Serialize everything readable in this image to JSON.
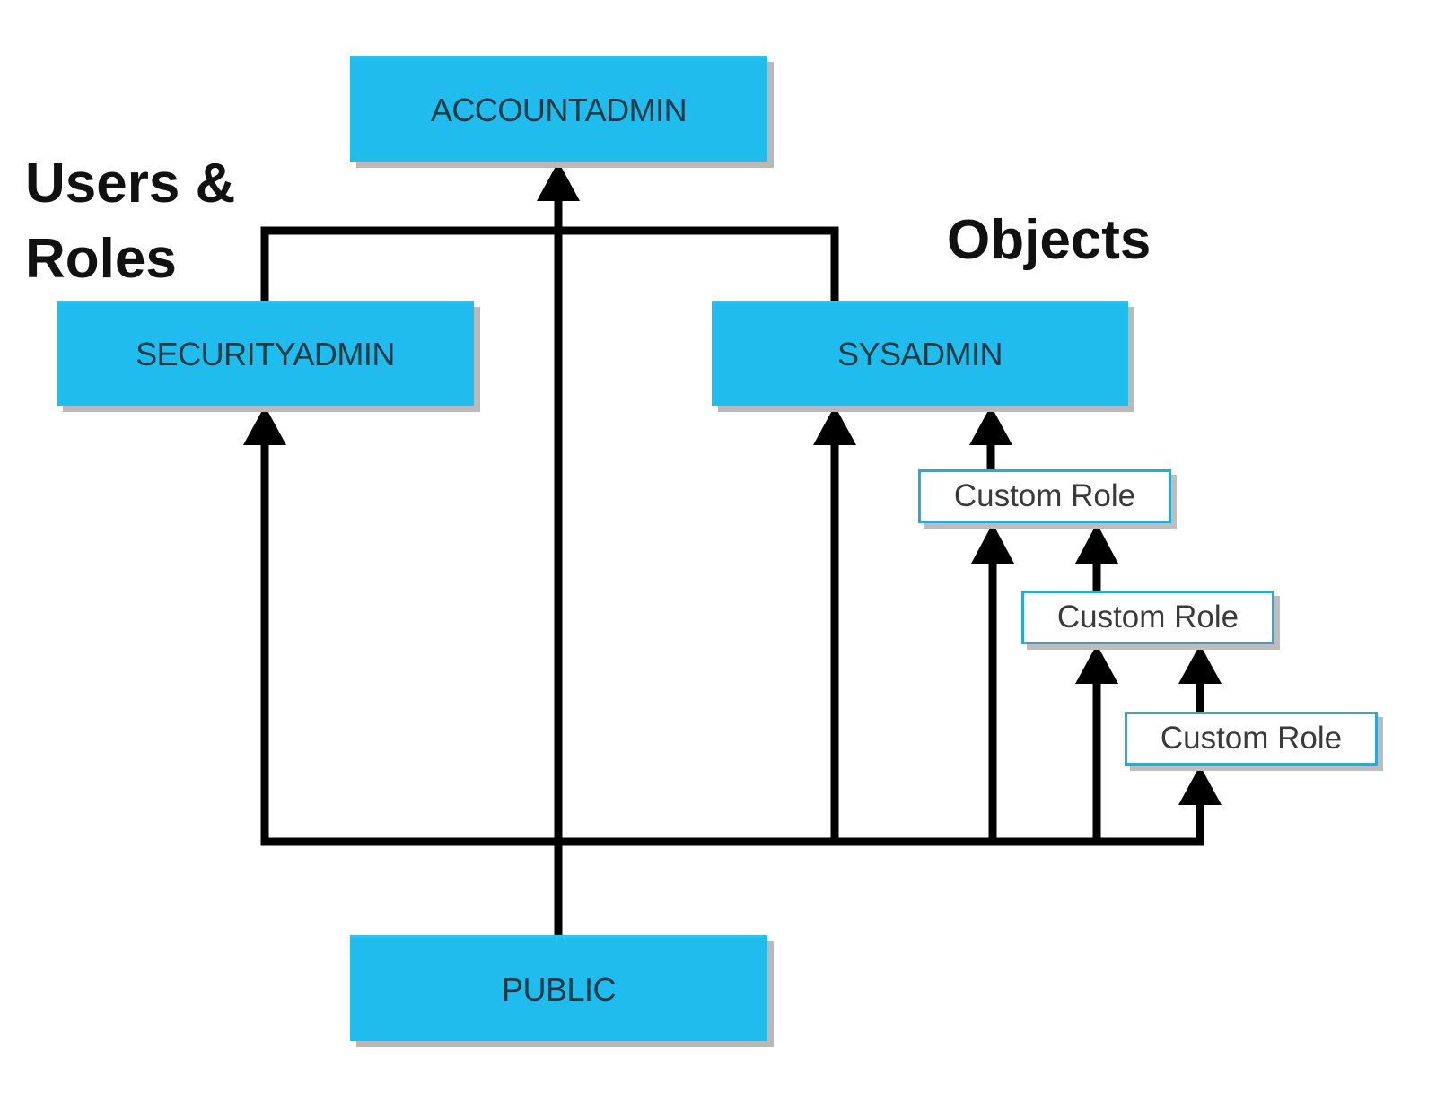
{
  "headings": {
    "users_roles_line1": "Users &",
    "users_roles_line2": "Roles",
    "objects": "Objects"
  },
  "roles": {
    "accountadmin": "ACCOUNTADMIN",
    "securityadmin": "SECURITYADMIN",
    "sysadmin": "SYSADMIN",
    "public": "PUBLIC"
  },
  "custom_roles": [
    {
      "label": "Custom Role"
    },
    {
      "label": "Custom Role"
    },
    {
      "label": "Custom Role"
    }
  ],
  "colors": {
    "system_role_fill": "#20bced",
    "custom_role_border": "#29a9d8",
    "connector": "#000000"
  },
  "relationships": [
    {
      "from": "SECURITYADMIN",
      "to": "ACCOUNTADMIN"
    },
    {
      "from": "SYSADMIN",
      "to": "ACCOUNTADMIN"
    },
    {
      "from": "PUBLIC",
      "to": "ACCOUNTADMIN"
    },
    {
      "from": "PUBLIC",
      "to": "SECURITYADMIN"
    },
    {
      "from": "PUBLIC",
      "to": "SYSADMIN"
    },
    {
      "from": "Custom Role 1",
      "to": "SYSADMIN"
    },
    {
      "from": "PUBLIC",
      "to": "Custom Role 1"
    },
    {
      "from": "Custom Role 2",
      "to": "Custom Role 1"
    },
    {
      "from": "PUBLIC",
      "to": "Custom Role 2"
    },
    {
      "from": "Custom Role 3",
      "to": "Custom Role 2"
    },
    {
      "from": "PUBLIC",
      "to": "Custom Role 3"
    }
  ]
}
